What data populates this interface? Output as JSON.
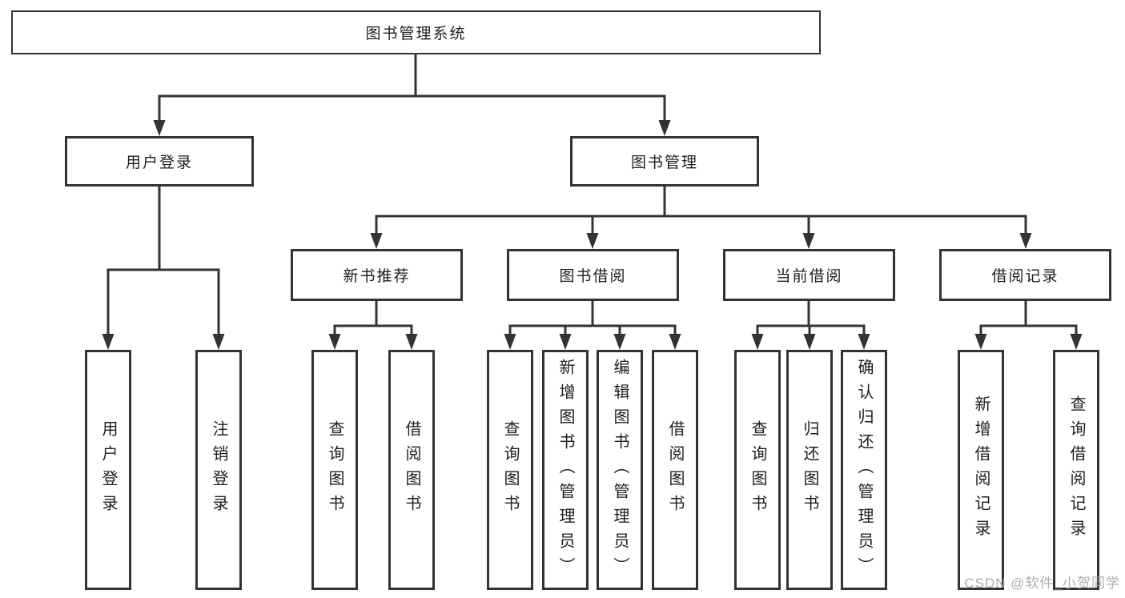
{
  "diagram": {
    "root": "图书管理系统",
    "branches": [
      {
        "label": "用户登录",
        "children": [
          "用户登录",
          "注销登录"
        ]
      },
      {
        "label": "图书管理",
        "groups": [
          {
            "label": "新书推荐",
            "children": [
              "查询图书",
              "借阅图书"
            ]
          },
          {
            "label": "图书借阅",
            "children": [
              "查询图书",
              "新增图书（管理员）",
              "编辑图书（管理员）",
              "借阅图书"
            ]
          },
          {
            "label": "当前借阅",
            "children": [
              "查询图书",
              "归还图书",
              "确认归还（管理员）"
            ]
          },
          {
            "label": "借阅记录",
            "children": [
              "新增借阅记录",
              "查询借阅记录"
            ]
          }
        ]
      }
    ],
    "watermark": "CSDN @软件_小贺同学",
    "colors": {
      "line": "#333333",
      "box_border": "#333333",
      "text": "#1d1d1d",
      "watermark": "#a6a6a6",
      "background": "#ffffff"
    }
  }
}
